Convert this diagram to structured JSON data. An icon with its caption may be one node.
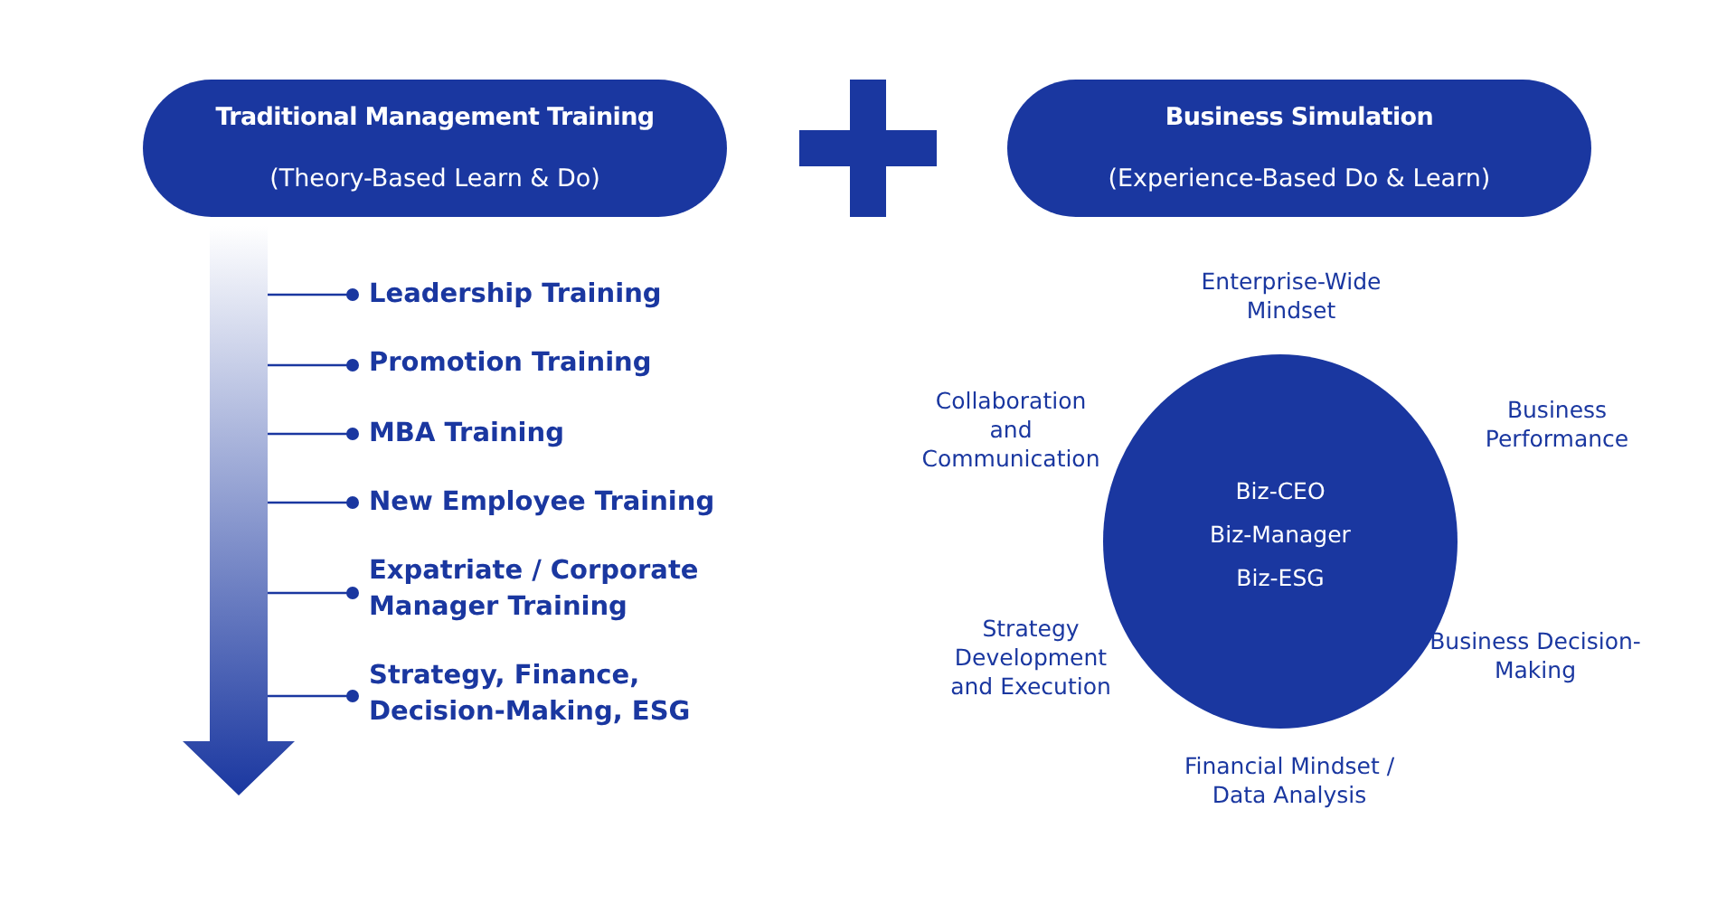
{
  "diagram": {
    "nodes": [
      {
        "text": [
          "Traditional Management Training",
          "(Theory-Based Learn & Do)"
        ]
      },
      {
        "text": [
          "Business Simulation",
          "(Experience-Based Do & Learn)"
        ]
      },
      {
        "text": [
          "Biz-CEO",
          "Biz-Manager",
          "Biz-ESG"
        ]
      }
    ],
    "edges": [],
    "labels": [
      "Leadership Training",
      "Promotion Training",
      "MBA Training",
      "New Employee Training",
      "Expatriate / Corporate Manager Training",
      "Strategy, Finance, Decision-Making, ESG",
      "Enterprise-Wide Mindset",
      "Collaboration and Communication",
      "Business Performance",
      "Strategy Development and Execution",
      "Business Decision-Making",
      "Financial Mindset / Data Analysis"
    ]
  }
}
